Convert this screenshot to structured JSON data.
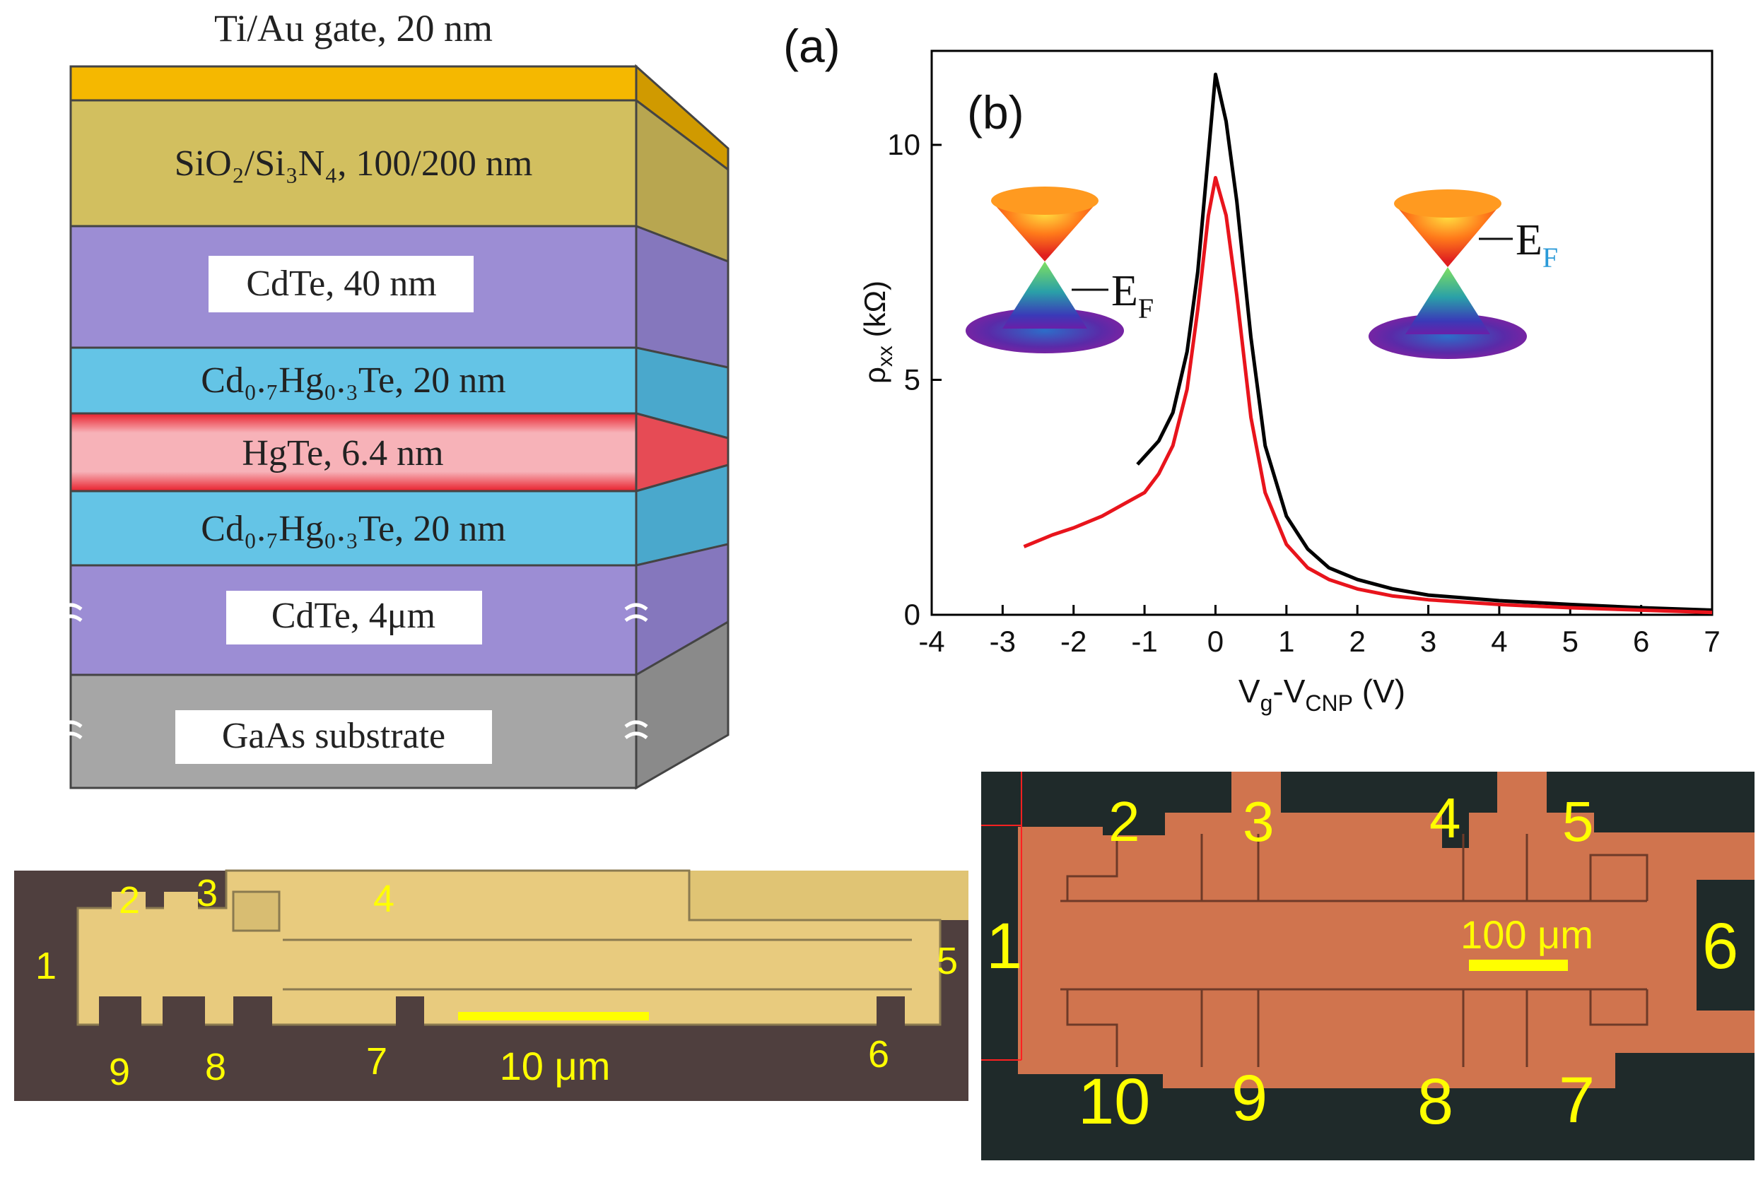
{
  "stack": {
    "gate_label": "Ti/Au gate, 20 nm",
    "layers": [
      {
        "label": "SiO₂/Si₃N₄, 100/200 nm",
        "color": "#d2bf5f"
      },
      {
        "label": "CdTe, 40 nm",
        "color": "#9c8dd4"
      },
      {
        "label": "Cd₀.₇Hg₀.₃Te, 20 nm",
        "color": "#64c4e6"
      },
      {
        "label": "HgTe, 6.4 nm",
        "color": "#f4a0a8"
      },
      {
        "label": "Cd₀.₇Hg₀.₃Te, 20 nm",
        "color": "#64c4e6"
      },
      {
        "label": "CdTe, 4μm",
        "color": "#9c8dd4"
      },
      {
        "label": "GaAs substrate",
        "color": "#a6a6a6"
      }
    ],
    "gate_color": "#f5b800"
  },
  "chart": {
    "panel_a": "(a)",
    "panel_b": "(b)",
    "ef_label": "E",
    "ef_sub": "F",
    "ylabel_main": "ρ",
    "ylabel_sub": "xx",
    "ylabel_unit": " (kΩ)",
    "xlabel_v": "V",
    "xlabel_g": "g",
    "xlabel_dash": "-V",
    "xlabel_cnp": "CNP",
    "xlabel_unit": " (V)"
  },
  "chart_data": {
    "type": "line",
    "xlim": [
      -4,
      7
    ],
    "ylim": [
      0,
      12
    ],
    "xticks": [
      "-4",
      "-3",
      "-2",
      "-1",
      "0",
      "1",
      "2",
      "3",
      "4",
      "5",
      "6",
      "7"
    ],
    "yticks": [
      "0",
      "5",
      "10"
    ],
    "series": [
      {
        "color": "#000000",
        "x": [
          -1.1,
          -0.8,
          -0.6,
          -0.4,
          -0.25,
          -0.1,
          0.0,
          0.15,
          0.3,
          0.5,
          0.7,
          1.0,
          1.3,
          1.6,
          2.0,
          2.5,
          3.0,
          4.0,
          5.0,
          6.0,
          7.0
        ],
        "y": [
          3.2,
          3.7,
          4.3,
          5.6,
          7.3,
          9.8,
          11.5,
          10.5,
          8.8,
          5.9,
          3.6,
          2.1,
          1.4,
          1.0,
          0.75,
          0.55,
          0.42,
          0.3,
          0.22,
          0.15,
          0.1
        ]
      },
      {
        "color": "#e8141c",
        "x": [
          -2.7,
          -2.3,
          -2.0,
          -1.6,
          -1.3,
          -1.0,
          -0.8,
          -0.6,
          -0.4,
          -0.25,
          -0.1,
          0.0,
          0.15,
          0.3,
          0.5,
          0.7,
          1.0,
          1.3,
          1.6,
          2.0,
          2.5,
          3.0,
          4.0,
          5.0,
          6.0,
          7.0
        ],
        "y": [
          1.45,
          1.7,
          1.85,
          2.1,
          2.35,
          2.6,
          3.0,
          3.6,
          4.8,
          6.5,
          8.5,
          9.3,
          8.5,
          6.8,
          4.2,
          2.6,
          1.5,
          1.0,
          0.75,
          0.55,
          0.4,
          0.32,
          0.22,
          0.15,
          0.1,
          0.05
        ]
      }
    ]
  },
  "micro_left": {
    "contacts": [
      "1",
      "2",
      "3",
      "4",
      "5",
      "6",
      "7",
      "8",
      "9"
    ],
    "scale_label": "10 μm"
  },
  "micro_right": {
    "contacts": [
      "1",
      "2",
      "3",
      "4",
      "5",
      "6",
      "7",
      "8",
      "9",
      "10"
    ],
    "scale_label": "100 μm"
  },
  "colors": {
    "label_yellow": "#ffff00",
    "copper": "#d0744e",
    "gold_film": "#e8c874",
    "substrate_dark": "#4a3d3c",
    "dark_bg": "#1f2a2a"
  }
}
